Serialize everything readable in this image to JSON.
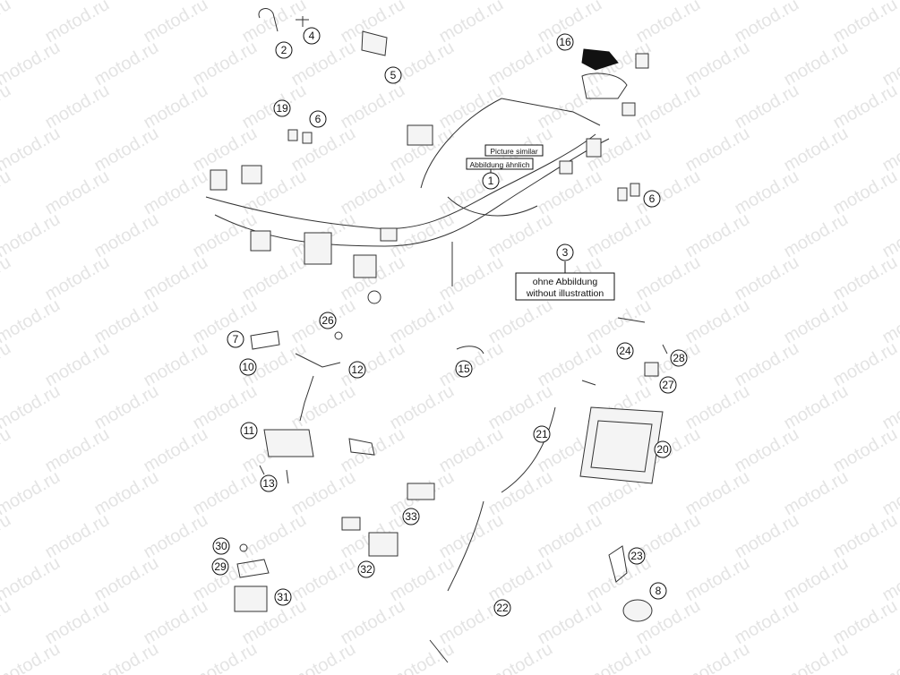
{
  "watermark": "motod.ru",
  "notes": {
    "picture_similar_en": "Picture similar",
    "picture_similar_de": "Abbildung ähnlich",
    "without_illustration_de": "ohne Abbildung",
    "without_illustration_en": "without illustrattion"
  },
  "callouts": [
    "1",
    "2",
    "3",
    "4",
    "5",
    "6",
    "6",
    "7",
    "8",
    "10",
    "11",
    "12",
    "13",
    "15",
    "16",
    "19",
    "20",
    "21",
    "22",
    "23",
    "24",
    "26",
    "27",
    "28",
    "29",
    "30",
    "31",
    "32",
    "33"
  ],
  "colors": {
    "line": "#333333",
    "watermark": "#e4e4e4",
    "background": "#ffffff"
  }
}
